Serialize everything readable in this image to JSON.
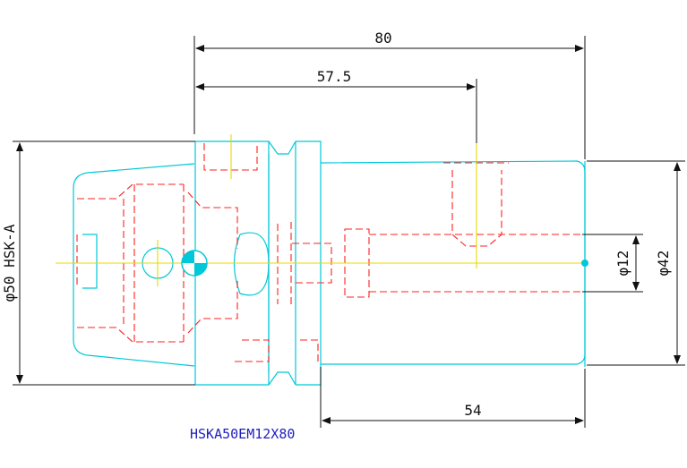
{
  "dimensions": {
    "overall_length": "80",
    "gauge_length": "57.5",
    "shank_length": "54",
    "flange_diameter": "φ50 HSK-A",
    "bore_diameter": "φ12",
    "body_diameter": "φ42"
  },
  "part_number": "HSKA50EM12X80",
  "colors": {
    "outline": "#00c8d8",
    "hidden_lines": "#ff2020",
    "dimension_lines": "#111111",
    "centerline": "#e8d800",
    "part_number_text": "#2020c0"
  }
}
